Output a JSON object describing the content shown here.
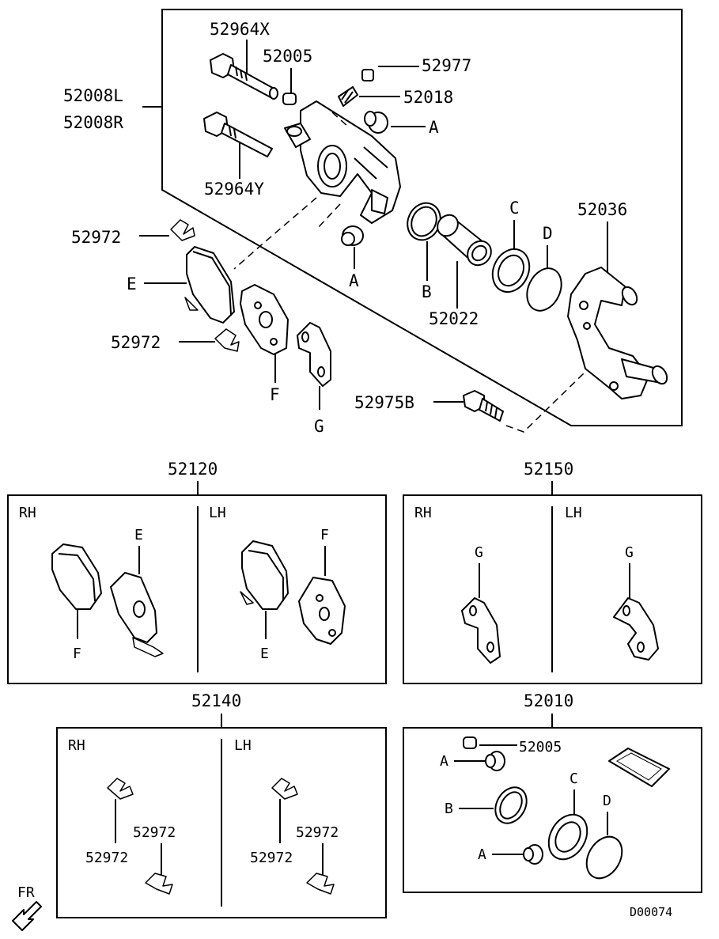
{
  "diagram_id": "D00074",
  "orientation": {
    "fr_label": "FR"
  },
  "main_assembly": {
    "labels": {
      "bolt_x": "52964X",
      "bolt_y": "52964Y",
      "cap_52005": "52005",
      "cap_52977": "52977",
      "bleeder": "52018",
      "caliper_l": "52008L",
      "caliper_r": "52008R",
      "clip_upper": "52972",
      "clip_lower": "52972",
      "pad_e": "E",
      "pad_f": "F",
      "shim_g": "G",
      "boot_a_top": "A",
      "boot_a_bottom": "A",
      "ring_b": "B",
      "piston": "52022",
      "seal_c": "C",
      "ring_d": "D",
      "support": "52036",
      "mount_bolt": "52975B"
    }
  },
  "kits": {
    "pads": {
      "number": "52120",
      "rh_label": "RH",
      "lh_label": "LH",
      "rh_pad_outer": "F",
      "rh_pad_inner": "E",
      "lh_pad_inner": "E",
      "lh_pad_outer": "F"
    },
    "shims": {
      "number": "52150",
      "rh_label": "RH",
      "lh_label": "LH",
      "rh_shim": "G",
      "lh_shim": "G"
    },
    "clips": {
      "number": "52140",
      "rh_label": "RH",
      "lh_label": "LH",
      "rh_upper": "52972",
      "rh_lower": "52972",
      "lh_upper": "52972",
      "lh_lower": "52972"
    },
    "seal_kit": {
      "number": "52010",
      "cap": "52005",
      "boot_a_upper": "A",
      "ring_b": "B",
      "seal_c": "C",
      "ring_d": "D",
      "boot_a_lower": "A"
    }
  }
}
